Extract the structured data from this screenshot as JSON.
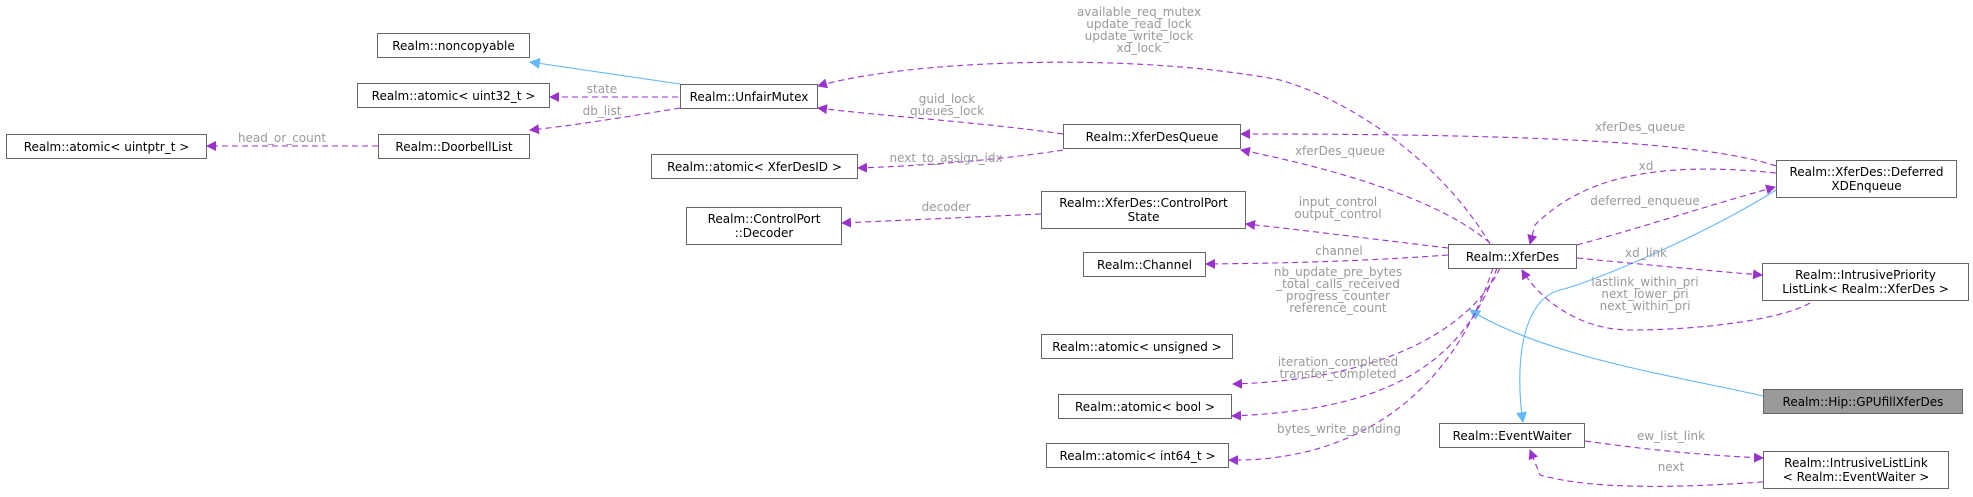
{
  "nodes": {
    "noncopyable": "Realm::noncopyable",
    "atomic_u32": "Realm::atomic< uint32_t >",
    "atomic_uintptr": "Realm::atomic< uintptr_t >",
    "unfair_mutex": "Realm::UnfairMutex",
    "doorbell_list": "Realm::DoorbellList",
    "atomic_xferdesid": "Realm::atomic< XferDesID >",
    "xferdes_queue": "Realm::XferDesQueue",
    "controlport_decoder": "Realm::ControlPort\n::Decoder",
    "controlport_state": "Realm::XferDes::ControlPort\nState",
    "channel": "Realm::Channel",
    "xferdes": "Realm::XferDes",
    "atomic_unsigned": "Realm::atomic< unsigned >",
    "atomic_bool": "Realm::atomic< bool >",
    "atomic_int64": "Realm::atomic< int64_t >",
    "deferred_enqueue": "Realm::XferDes::Deferred\nXDEnqueue",
    "intrusive_priority": "Realm::IntrusivePriority\nListLink< Realm::XferDes >",
    "gpufill": "Realm::Hip::GPUfillXferDes",
    "event_waiter": "Realm::EventWaiter",
    "intrusive_list": "Realm::IntrusiveListLink\n< Realm::EventWaiter >"
  },
  "labels": {
    "mutex_members": "available_req_mutex\nupdate_read_lock\nupdate_write_lock\nxd_lock",
    "state": "state",
    "db_list": "db_list",
    "head_or_count": "head_or_count",
    "guid_lock": "guid_lock\nqueues_lock",
    "next_to_assign": "next_to_assign_idx",
    "xferdes_queue_1": "xferDes_queue",
    "xferdes_queue_2": "xferDes_queue",
    "decoder": "decoder",
    "io_control": "input_control\noutput_control",
    "channel": "channel",
    "counters": "nb_update_pre_bytes\n_total_calls_received\nprogress_counter\nreference_count",
    "completed": "iteration_completed\ntransfer_completed",
    "bytes_write": "bytes_write_pending",
    "xd": "xd",
    "deferred_enqueue": "deferred_enqueue",
    "xd_link": "xd_link",
    "pri_links": "lastlink_within_pri\nnext_lower_pri\nnext_within_pri",
    "ew_list_link": "ew_list_link",
    "next": "next"
  },
  "colors": {
    "inherit": "#63b8ff",
    "member": "#9a32cd",
    "label": "#9a9a9a",
    "highlight_fill": "#999999"
  }
}
